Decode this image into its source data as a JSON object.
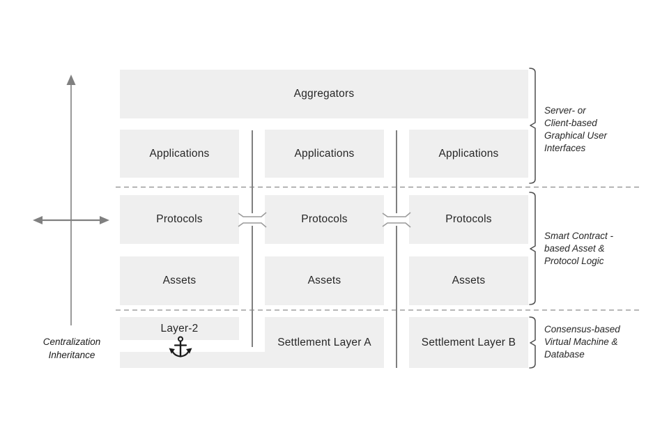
{
  "stack": {
    "aggregators": "Aggregators",
    "columns": [
      {
        "application": "Applications",
        "protocol": "Protocols",
        "asset": "Assets"
      },
      {
        "application": "Applications",
        "protocol": "Protocols",
        "asset": "Assets"
      },
      {
        "application": "Applications",
        "protocol": "Protocols",
        "asset": "Assets"
      }
    ],
    "base": {
      "layer2": "Layer-2",
      "settlement_a": "Settlement Layer A",
      "settlement_b": "Settlement Layer B"
    }
  },
  "annotations": {
    "right": [
      {
        "label": "Server- or\nClient-based\nGraphical User\nInterfaces"
      },
      {
        "label": "Smart Contract -\nbased Asset &\nProtocol Logic"
      },
      {
        "label": "Consensus-based\nVirtual Machine &\nDatabase"
      }
    ],
    "left_axis": "Centralization\nInheritance"
  },
  "icons": {
    "anchor": "anchor-icon",
    "link_break": "link-break-icon",
    "up_arrow": "centralization-axis-arrow",
    "double_arrow": "horizontal-double-arrow"
  },
  "colors": {
    "box_fill": "#efefef",
    "box_text": "#262626",
    "divider_line": "#7f7f7f",
    "dashed_line": "#8c8c8c",
    "arrow": "#808080",
    "bracket": "#4d4d4d",
    "anchor": "#1a1a1a"
  }
}
